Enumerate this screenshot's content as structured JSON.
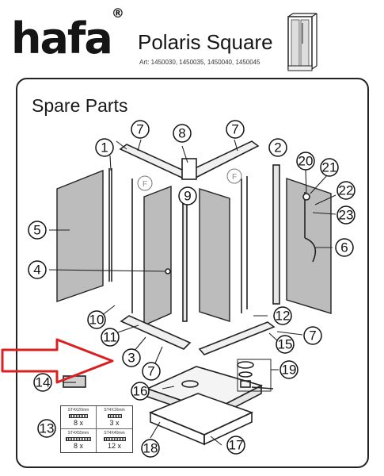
{
  "header": {
    "brand": "hafa",
    "registered": "®",
    "product": "Polaris Square",
    "art": "Art: 1450030, 1450035, 1450040, 1450045"
  },
  "section_title": "Spare Parts",
  "part_labels": [
    "1",
    "2",
    "3",
    "4",
    "5",
    "6",
    "7",
    "7",
    "7",
    "7",
    "8",
    "9",
    "10",
    "11",
    "12",
    "13",
    "14",
    "15",
    "16",
    "17",
    "18",
    "19",
    "20",
    "21",
    "22",
    "23"
  ],
  "screw_table": [
    {
      "label": "ST4X20mm",
      "qty": "8 x"
    },
    {
      "label": "ST4X16mm",
      "qty": "3 x"
    },
    {
      "label": "ST4X55mm",
      "qty": "8 x"
    },
    {
      "label": "ST4X40mm",
      "qty": "12 x"
    }
  ],
  "colors": {
    "arrow": "#d92121",
    "glass": "#bcbcbc",
    "line": "#222222"
  },
  "icons": [
    "shower-cabin-icon",
    "callout-arrow-icon"
  ]
}
